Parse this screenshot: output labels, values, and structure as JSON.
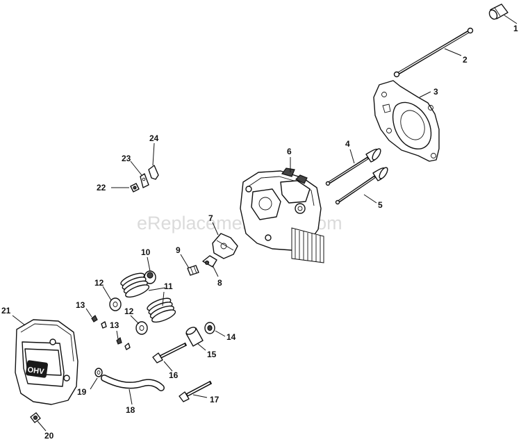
{
  "watermark": "eReplacementParts.com",
  "oh_label": "OHV",
  "callouts": [
    {
      "id": "1",
      "text": "1"
    },
    {
      "id": "2",
      "text": "2"
    },
    {
      "id": "3",
      "text": "3"
    },
    {
      "id": "4",
      "text": "4"
    },
    {
      "id": "5",
      "text": "5"
    },
    {
      "id": "6",
      "text": "6"
    },
    {
      "id": "7",
      "text": "7"
    },
    {
      "id": "8",
      "text": "8"
    },
    {
      "id": "9",
      "text": "9"
    },
    {
      "id": "10",
      "text": "10"
    },
    {
      "id": "11",
      "text": "11"
    },
    {
      "id": "12a",
      "text": "12"
    },
    {
      "id": "12b",
      "text": "12"
    },
    {
      "id": "13a",
      "text": "13"
    },
    {
      "id": "13b",
      "text": "13"
    },
    {
      "id": "14",
      "text": "14"
    },
    {
      "id": "15",
      "text": "15"
    },
    {
      "id": "16",
      "text": "16"
    },
    {
      "id": "17",
      "text": "17"
    },
    {
      "id": "18",
      "text": "18"
    },
    {
      "id": "19",
      "text": "19"
    },
    {
      "id": "20",
      "text": "20"
    },
    {
      "id": "21",
      "text": "21"
    },
    {
      "id": "22",
      "text": "22"
    },
    {
      "id": "23",
      "text": "23"
    },
    {
      "id": "24",
      "text": "24"
    }
  ]
}
